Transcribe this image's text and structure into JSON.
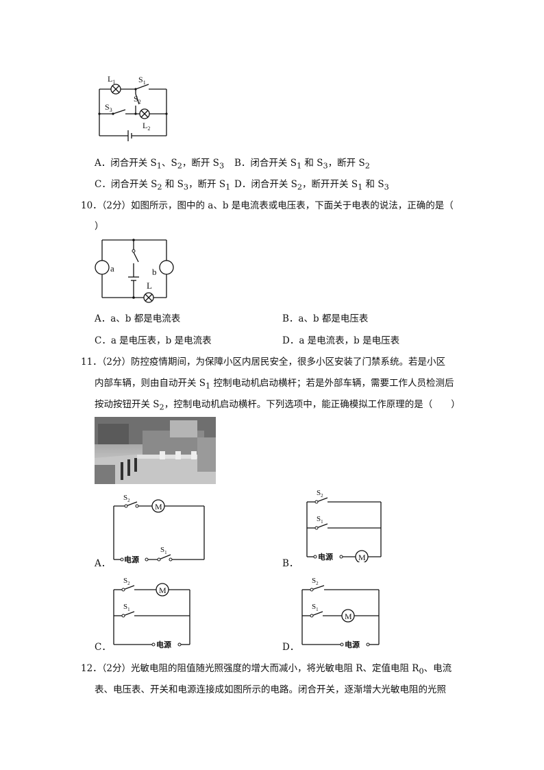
{
  "q9": {
    "labels": {
      "L1": "L",
      "L1_sub": "1",
      "S1": "S",
      "S1_sub": "1",
      "S2": "S",
      "S2_sub": "2",
      "S3": "S",
      "S3_sub": "3",
      "L2": "L",
      "L2_sub": "2"
    },
    "options": {
      "A": {
        "lead": "A．闭合开关 S",
        "s1": "1",
        "mid1": "、S",
        "s2": "2",
        "mid2": "，断开 S",
        "s3": "3"
      },
      "B": {
        "lead": "B．闭合开关 S",
        "s1": "1",
        "mid1": " 和 S",
        "s2": "3",
        "mid2": "，断开 S",
        "s3": "2"
      },
      "C": {
        "lead": "C．闭合开关 S",
        "s1": "2",
        "mid1": " 和 S",
        "s2": "3",
        "mid2": "，断开 S",
        "s3": "1"
      },
      "D": {
        "lead": "D．闭合开关 S",
        "s1": "2",
        "mid1": "，断开开关 S",
        "s2": "1",
        "mid2": " 和 S",
        "s3": "3"
      }
    }
  },
  "q10": {
    "stem_line1": "10．（2分）如图所示，图中的 a、b 是电流表或电压表，下面关于电表的说法，正确的是（",
    "stem_line2": "）",
    "labels": {
      "a": "a",
      "b": "b",
      "L": "L"
    },
    "options": {
      "A": "A．a、b 都是电流表",
      "B": "B．a、b 都是电压表",
      "C": "C．a 是电压表，b 是电流表",
      "D": "D．a 是电流表，b 是电压表"
    }
  },
  "q11": {
    "line1": "11．（2分）防控疫情期间，为保障小区内居民安全，很多小区安装了门禁系统。若是小区",
    "line2_a": "内部车辆，则由自动开关 S",
    "line2_sub": "1",
    "line2_b": " 控制电动机启动横杆；若是外部车辆，需要工作人员检测后",
    "line3_a": "按动按钮开关 S",
    "line3_sub": "2",
    "line3_b": "，控制电动机启动横杆。下列选项中，能正确模拟工作原理的是（　　）",
    "option_letters": {
      "A": "A．",
      "B": "B．",
      "C": "C．",
      "D": "D．"
    },
    "motor": "M",
    "power": "电源",
    "s1": "S",
    "s1_sub": "1",
    "s2": "S",
    "s2_sub": "2"
  },
  "q12": {
    "line1_a": "12．（2分）光敏电阻的阻值随光照强度的增大而减小，将光敏电阻 R、定值电阻 R",
    "line1_sub": "0",
    "line1_b": "、电流",
    "line2": "表、电压表、开关和电源连接成如图所示的电路。闭合开关，逐渐增大光敏电阻的光照"
  }
}
